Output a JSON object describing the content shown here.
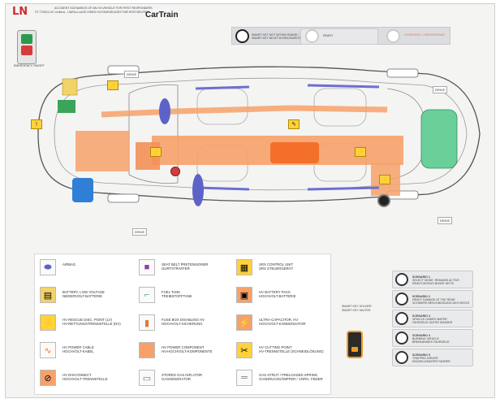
{
  "header": {
    "logo": "LN",
    "subtitle_line1": "ACCIDENT SCENARIOS OF AN HV-VEHICLE FOR FIRST RESPONDERS",
    "subtitle_line2": "FZ 772001 HC Civil/ms - UNFALLLAGE EINES HV-FAHRZEUGES FÜR ERSTHELFER",
    "brand": "CarTrain"
  },
  "top_panel": {
    "knob1_label": "SMART KEY NOT WITHIN RANGE / SMART KEY NICHT IN REICHWEITE",
    "knob2_label": "READY",
    "knob3_label": "CHARGING / LADEVORGANG"
  },
  "power_switch": {
    "label": "EMERGENCY ON/OFF"
  },
  "car_labels": {
    "drive_top_left": "DRIVE",
    "drive_top_right": "DRIVE",
    "drive_bottom_left": "DRIVE",
    "drive_bottom_right": "DRIVE"
  },
  "legend": [
    {
      "icon": "airbag-icon",
      "text1": "AIRBAG",
      "text2": ""
    },
    {
      "icon": "seatbelt-icon",
      "text1": "SEAT BELT PRETENSIONER",
      "text2": "GURTSTRAFFER"
    },
    {
      "icon": "srs-icon",
      "text1": "SRS CONTROL UNIT",
      "text2": "SRS STEUERGERÄT"
    },
    {
      "icon": "battery-icon",
      "text1": "BATTERY, LOW VOLTAGE",
      "text2": "NIEDERVOLT-BATTERIE"
    },
    {
      "icon": "fuel-icon",
      "text1": "FUEL TANK",
      "text2": "TREIBSTOFFTANK"
    },
    {
      "icon": "hv-battery-icon",
      "text1": "HV BATTERY PACK",
      "text2": "HOCHVOLT-BATTERIE"
    },
    {
      "icon": "hv-rescue-icon",
      "text1": "HV RESCUE DISC. POINT (LV)",
      "text2": "HV-RETTUNGSTRENNSTELLE (NV)"
    },
    {
      "icon": "fuse-icon",
      "text1": "FUSE BOX DISABLING HV",
      "text2": "HOCHVOLT-SICHERUNG"
    },
    {
      "icon": "capacitor-icon",
      "text1": "ULTRA-CAPACITOR, HV",
      "text2": "HOCHVOLT-KONDENSATOR"
    },
    {
      "icon": "cable-icon",
      "text1": "HV POWER CABLE",
      "text2": "HOCHVOLT-KABEL"
    },
    {
      "icon": "hv-component-icon",
      "text1": "HV POWER COMPONENT",
      "text2": "HV-HOCHVOLT-KOMPONENTE"
    },
    {
      "icon": "cutting-icon",
      "text1": "HV CUTTING POINT",
      "text2": "HV-TRENNSTELLE (SCHNEIDLÖSUNG)"
    },
    {
      "icon": "disconnect-icon",
      "text1": "HV DISCONNECT",
      "text2": "HOCHVOLT-TRENNSTELLE"
    },
    {
      "icon": "gas-inflator-icon",
      "text1": "STORED GAS INFLATOR",
      "text2": "GASGENERATOR"
    },
    {
      "icon": "gas-strut-icon",
      "text1": "GAS STRUT / PRELOADED SPRING",
      "text2": "GASDRUCKDÄMPFER / VORG. FEDER"
    }
  ],
  "smart_key": {
    "label1": "SMART KEY HOLDER",
    "label2": "SMART KEY HALTER"
  },
  "scenarios": [
    {
      "title": "SCENARIO 1",
      "line1": "SELECT MODE: REMAINS ACTIVE",
      "line2": "READY-MODUS BLEIBT AKTIV"
    },
    {
      "title": "SCENARIO 2",
      "line1": "HEAVY DAMAGE AT THE REAR",
      "line2": "SCHWERE BESCHÄDIGUNG DES HECKS"
    },
    {
      "title": "SCENARIO 3",
      "line1": "VEHICLE UNDER WATER",
      "line2": "FAHRZEUG UNTER WASSER"
    },
    {
      "title": "SCENARIO 4",
      "line1": "BURNING VEHICLE",
      "line2": "BRENNENDES FAHRZEUG"
    },
    {
      "title": "SCENARIO 5",
      "line1": "TRAPPED DRIVER",
      "line2": "EINGEKLEMMTER FAHRER"
    }
  ],
  "colors": {
    "hv_orange": "#f79a5b",
    "cable_orange": "#f36f2a",
    "airbag_blue": "#5d63c6",
    "battery_yellow": "#f2d36a",
    "accent_green": "#36b37e"
  }
}
